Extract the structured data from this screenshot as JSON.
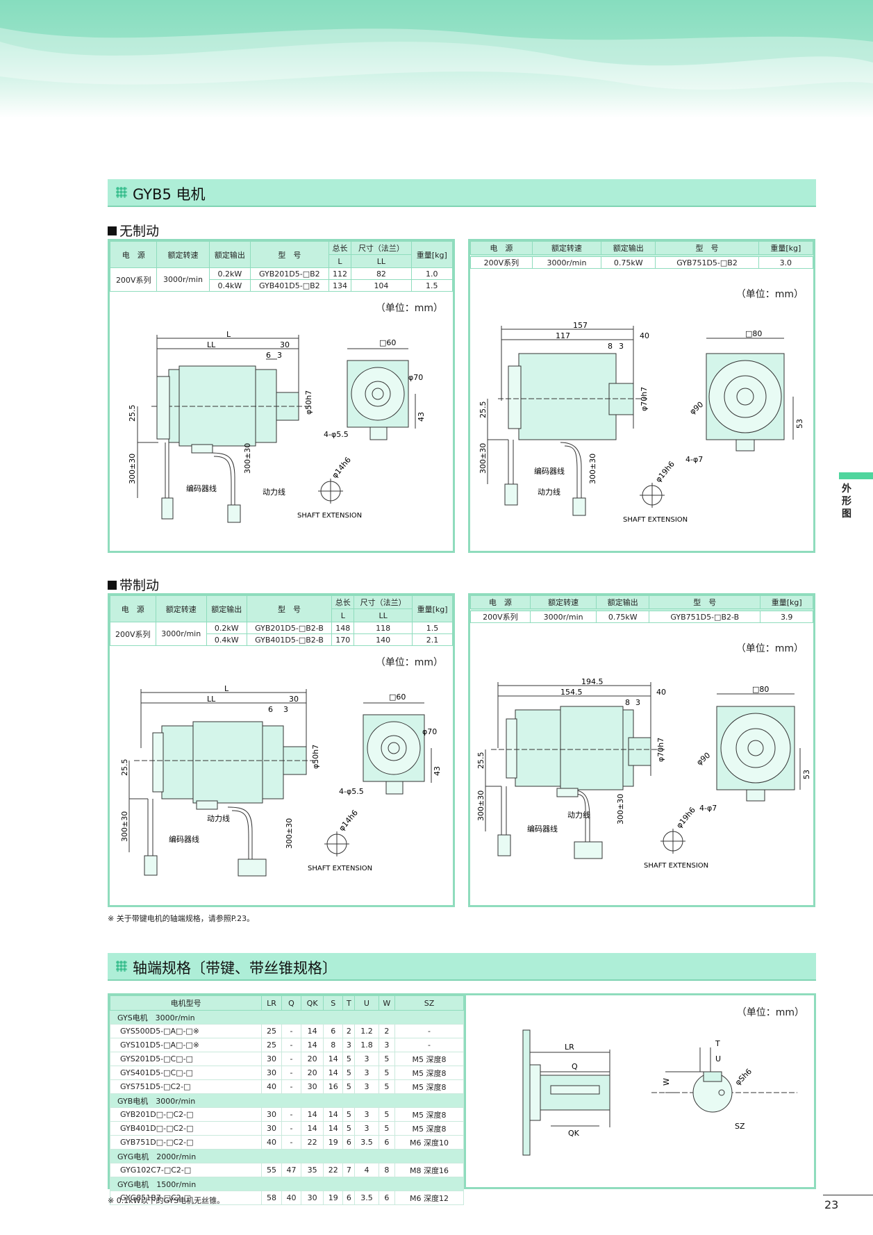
{
  "section1": {
    "title": "GYB5 电机"
  },
  "sub1": "无制动",
  "sub2": "带制动",
  "unit": "（单位：mm）",
  "tbl_left_headers": {
    "power": "电　源",
    "speed": "额定转速",
    "output": "额定输出",
    "model": "型　号",
    "total": "总长",
    "dim": "尺寸（法兰）",
    "L": "L",
    "LL": "LL",
    "weight": "重量[kg]"
  },
  "tbl_right_headers": {
    "power": "电　源",
    "speed": "额定转速",
    "output": "额定输出",
    "model": "型　号",
    "weight": "重量[kg]"
  },
  "nb_left": {
    "power": "200V系列",
    "speed": "3000r/min",
    "rows": [
      {
        "output": "0.2kW",
        "model": "GYB201D5-□B2",
        "L": "112",
        "LL": "82",
        "weight": "1.0"
      },
      {
        "output": "0.4kW",
        "model": "GYB401D5-□B2",
        "L": "134",
        "LL": "104",
        "weight": "1.5"
      }
    ]
  },
  "nb_right": {
    "power": "200V系列",
    "speed": "3000r/min",
    "output": "0.75kW",
    "model": "GYB751D5-□B2",
    "weight": "3.0"
  },
  "b_left": {
    "power": "200V系列",
    "speed": "3000r/min",
    "rows": [
      {
        "output": "0.2kW",
        "model": "GYB201D5-□B2-B",
        "L": "148",
        "LL": "118",
        "weight": "1.5"
      },
      {
        "output": "0.4kW",
        "model": "GYB401D5-□B2-B",
        "L": "170",
        "LL": "140",
        "weight": "2.1"
      }
    ]
  },
  "b_right": {
    "power": "200V系列",
    "speed": "3000r/min",
    "output": "0.75kW",
    "model": "GYB751D5-□B2-B",
    "weight": "3.9"
  },
  "draw_small": {
    "L": "L",
    "LL": "LL",
    "d30": "30",
    "d6": "6",
    "d3": "3",
    "d255": "25.5",
    "cable": "300±30",
    "shaft": "φ50h7",
    "sq": "□60",
    "pcd": "φ70",
    "holes": "4-φ5.5",
    "d43": "43",
    "enc": "编码器线",
    "pow": "动力线",
    "shaftd": "φ14h6",
    "ext": "SHAFT EXTENSION"
  },
  "draw_big_nb": {
    "L": "157",
    "LL": "117",
    "d40": "40",
    "d8": "8",
    "d3": "3",
    "d255": "25.5",
    "cable": "300±30",
    "shaft": "φ70h7",
    "sq": "□80",
    "pcd": "φ90",
    "holes": "4-φ7",
    "d53": "53",
    "enc": "编码器线",
    "pow": "动力线",
    "shaftd": "φ19h6",
    "ext": "SHAFT EXTENSION"
  },
  "draw_big_b": {
    "L": "194.5",
    "LL": "154.5",
    "d40": "40",
    "d8": "8",
    "d3": "3",
    "d255": "25.5",
    "cable": "300±30",
    "shaft": "φ70h7",
    "sq": "□80",
    "pcd": "φ90",
    "holes": "4-φ7",
    "d53": "53",
    "enc": "编码器线",
    "pow": "动力线",
    "shaftd": "φ19h6",
    "ext": "SHAFT EXTENSION"
  },
  "note1": "※ 关于带键电机的轴端规格，请参照P.23。",
  "section2": {
    "title": "轴端规格〔带键、带丝锥规格〕"
  },
  "shaft_table": {
    "headers": [
      "电机型号",
      "LR",
      "Q",
      "QK",
      "S",
      "T",
      "U",
      "W",
      "SZ"
    ],
    "groups": [
      {
        "name": "GYS电机　3000r/min",
        "rows": [
          [
            "GYS500D5-□A□-□※",
            "25",
            "-",
            "14",
            "6",
            "2",
            "1.2",
            "2",
            "-"
          ],
          [
            "GYS101D5-□A□-□※",
            "25",
            "-",
            "14",
            "8",
            "3",
            "1.8",
            "3",
            "-"
          ],
          [
            "GYS201D5-□C□-□",
            "30",
            "-",
            "20",
            "14",
            "5",
            "3",
            "5",
            "M5 深度8"
          ],
          [
            "GYS401D5-□C□-□",
            "30",
            "-",
            "20",
            "14",
            "5",
            "3",
            "5",
            "M5 深度8"
          ],
          [
            "GYS751D5-□C2-□",
            "40",
            "-",
            "30",
            "16",
            "5",
            "3",
            "5",
            "M5 深度8"
          ]
        ]
      },
      {
        "name": "GYB电机　3000r/min",
        "rows": [
          [
            "GYB201D□-□C2-□",
            "30",
            "-",
            "14",
            "14",
            "5",
            "3",
            "5",
            "M5 深度8"
          ],
          [
            "GYB401D□-□C2-□",
            "30",
            "-",
            "14",
            "14",
            "5",
            "3",
            "5",
            "M5 深度8"
          ],
          [
            "GYB751D□-□C2-□",
            "40",
            "-",
            "22",
            "19",
            "6",
            "3.5",
            "6",
            "M6 深度10"
          ]
        ]
      },
      {
        "name": "GYG电机　2000r/min",
        "rows": [
          [
            "GYG102C7-□C2-□",
            "55",
            "47",
            "35",
            "22",
            "7",
            "4",
            "8",
            "M8 深度16"
          ]
        ]
      },
      {
        "name": "GYG电机　1500r/min",
        "rows": [
          [
            "GYG851B7-□C2-□",
            "58",
            "40",
            "30",
            "19",
            "6",
            "3.5",
            "6",
            "M6 深度12"
          ]
        ]
      }
    ]
  },
  "shaft_draw": {
    "LR": "LR",
    "Q": "Q",
    "QK": "QK",
    "T": "T",
    "U": "U",
    "W": "W",
    "S": "φSh6",
    "SZ": "SZ"
  },
  "note2": "※ 0.1kW以下的GYS电机无丝锥。",
  "sidebar": {
    "c1": "外",
    "c2": "形",
    "c3": "图"
  },
  "page_number": "23",
  "colors": {
    "accent": "#aeeed7",
    "border": "#8fdcbd",
    "motor": "#d4f5ea"
  }
}
